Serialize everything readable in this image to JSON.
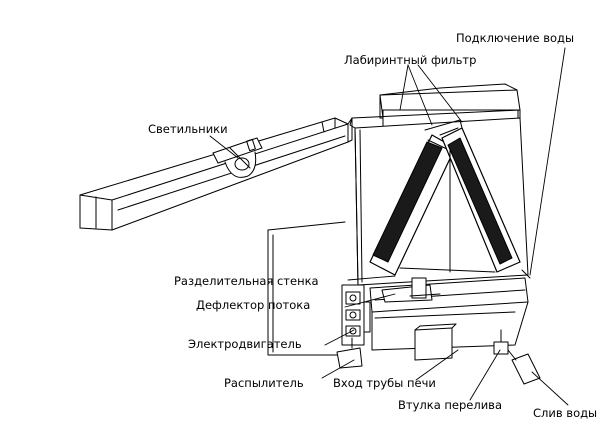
{
  "labels": {
    "water_connection": "Подключение воды",
    "labyrinth_filter": "Лабиринтный фильтр",
    "lamps": "Светильники",
    "partition_wall": "Разделительная стенка",
    "flow_deflector": "Дефлектор потока",
    "motor": "Электродвигатель",
    "sprayer": "Распылитель",
    "oven_pipe_inlet": "Вход трубы печи",
    "overflow_sleeve": "Втулка перелива",
    "water_drain": "Слив воды"
  },
  "colors": {
    "line": "#000000",
    "background": "#ffffff",
    "filter_fill": "#1a1a1a"
  }
}
